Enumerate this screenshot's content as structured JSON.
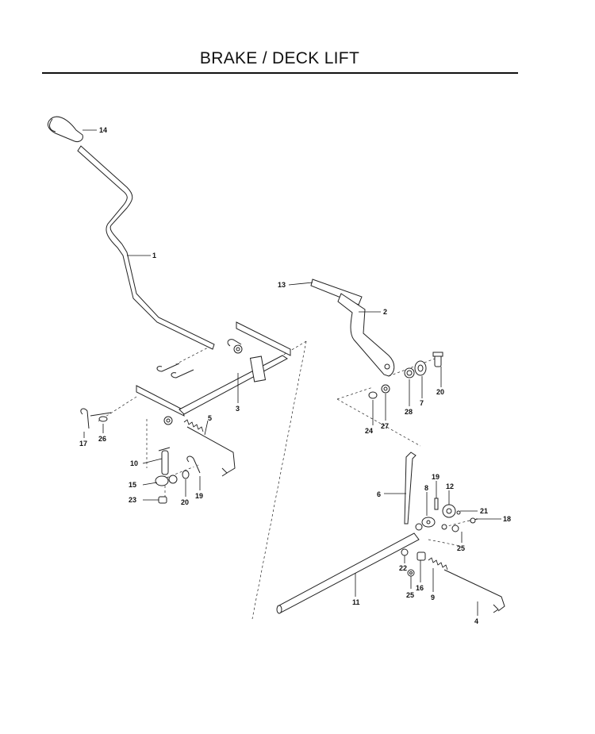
{
  "title": "BRAKE / DECK LIFT",
  "labels": {
    "p14": "14",
    "p1": "1",
    "p13": "13",
    "p2": "2",
    "p3": "3",
    "p5": "5",
    "p17": "17",
    "p26": "26",
    "p10": "10",
    "p15": "15",
    "p23": "23",
    "p20a": "20",
    "p19a": "19",
    "p24": "24",
    "p27": "27",
    "p28": "28",
    "p7": "7",
    "p20b": "20",
    "p6": "6",
    "p8": "8",
    "p19b": "19",
    "p12": "12",
    "p21": "21",
    "p18": "18",
    "p25a": "25",
    "p22": "22",
    "p16": "16",
    "p25b": "25",
    "p9": "9",
    "p11": "11",
    "p4": "4"
  }
}
